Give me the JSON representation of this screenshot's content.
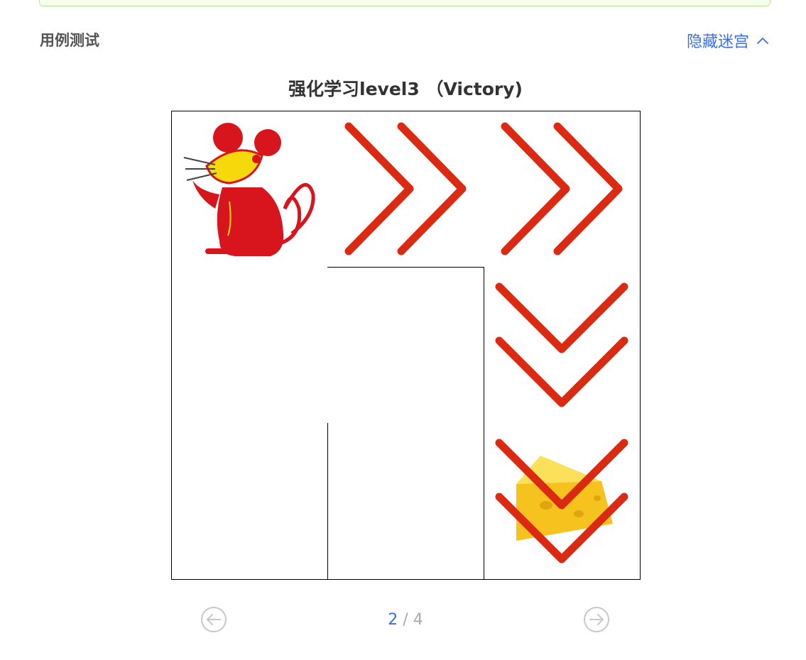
{
  "section": {
    "title": "用例测试"
  },
  "toggle": {
    "label": "隐藏迷宫",
    "icon": "chevron-up-icon"
  },
  "maze": {
    "title": "强化学习level3 （Victory)",
    "grid": {
      "rows": 3,
      "cols": 3
    },
    "cells": [
      {
        "row": 0,
        "col": 0,
        "content": "mouse"
      },
      {
        "row": 0,
        "col": 1,
        "content": "arrow-right"
      },
      {
        "row": 0,
        "col": 2,
        "content": "arrow-right"
      },
      {
        "row": 1,
        "col": 2,
        "content": "arrow-down"
      },
      {
        "row": 2,
        "col": 2,
        "content": "cheese-with-arrow-down"
      }
    ],
    "colors": {
      "arrow": "#dc2a12",
      "mouse": "#d8141c",
      "mouse_face": "#f5d90a",
      "cheese": "#f6c21e"
    }
  },
  "pager": {
    "current": "2",
    "separator": " / ",
    "total": "4",
    "prev_icon": "arrow-left-circle-icon",
    "next_icon": "arrow-right-circle-icon"
  }
}
